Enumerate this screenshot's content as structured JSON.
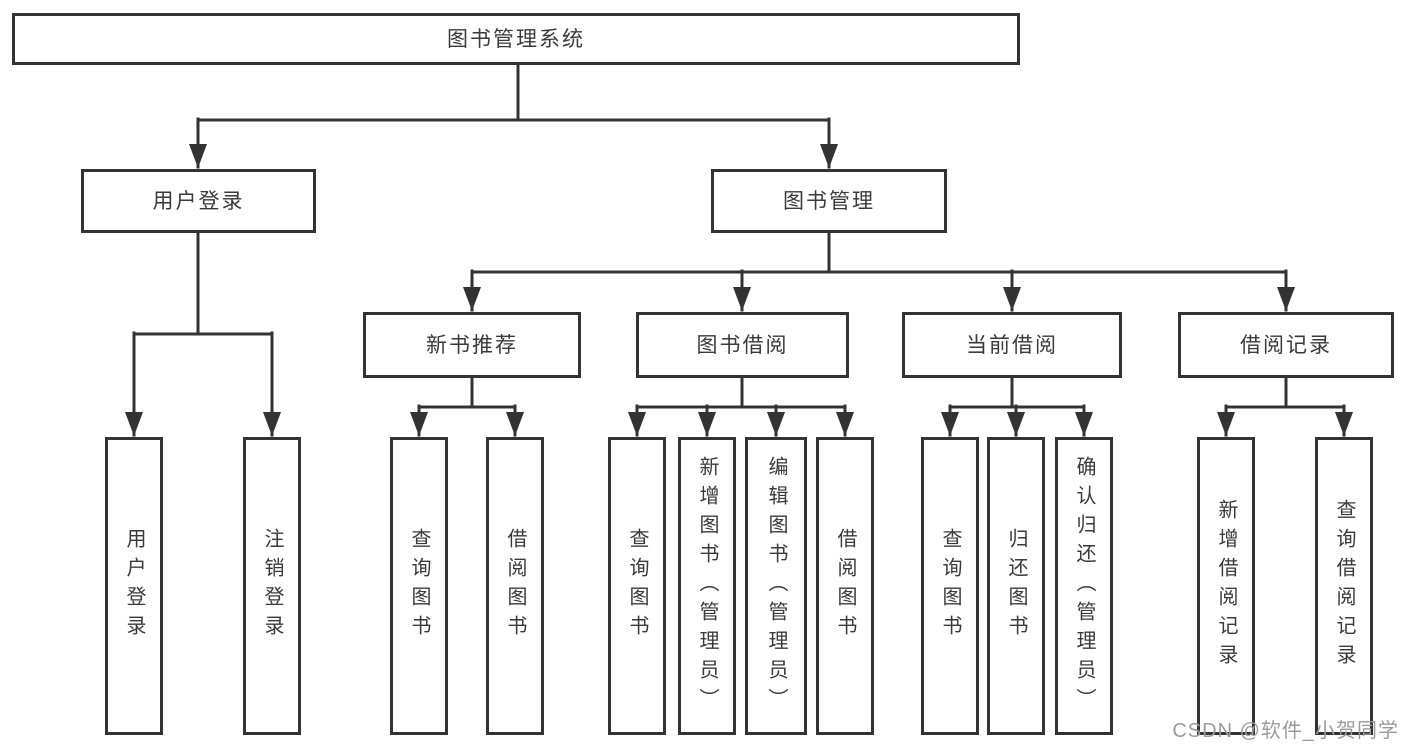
{
  "diagram": {
    "root": {
      "label": "图书管理系统"
    },
    "level2": [
      {
        "label": "用户登录"
      },
      {
        "label": "图书管理"
      }
    ],
    "level3": [
      {
        "label": "新书推荐"
      },
      {
        "label": "图书借阅"
      },
      {
        "label": "当前借阅"
      },
      {
        "label": "借阅记录"
      }
    ],
    "leaves": [
      {
        "label": "用户登录"
      },
      {
        "label": "注销登录"
      },
      {
        "label": "查询图书"
      },
      {
        "label": "借阅图书"
      },
      {
        "label": "查询图书"
      },
      {
        "label": "新增图书（管理员）"
      },
      {
        "label": "编辑图书（管理员）"
      },
      {
        "label": "借阅图书"
      },
      {
        "label": "查询图书"
      },
      {
        "label": "归还图书"
      },
      {
        "label": "确认归还（管理员）"
      },
      {
        "label": "新增借阅记录"
      },
      {
        "label": "查询借阅记录"
      }
    ]
  },
  "watermark": {
    "text": "CSDN @软件_小贺同学"
  },
  "colors": {
    "line": "#333333",
    "box_border": "#333333",
    "text": "#3a3a3a",
    "watermark": "#9b9b9b",
    "background": "#ffffff"
  }
}
